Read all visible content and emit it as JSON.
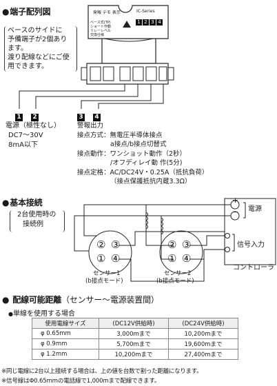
{
  "section1": {
    "title": "端子配列図",
    "note_lines": [
      "ベースのサイドに",
      "予備端子が2個あり",
      "ます。",
      "渡り配線などにご使",
      "用できます。"
    ],
    "device_top_label": "発報 デモ 表示",
    "device_code_label": "IC-Series",
    "device_side_labels": [
      "ベース式(TP)",
      "ショート作動",
      "リレーレベル",
      "交換仕様"
    ],
    "device_terminals": [
      "1",
      "2",
      "3",
      "4"
    ],
    "badge_power": [
      "1",
      "2"
    ],
    "power_title": "電源（極性なし）",
    "power_voltage": "DC7～30V",
    "power_current": "8mA以下",
    "badge_alarm": [
      "3",
      "4"
    ],
    "alarm_title": "警報出力",
    "alarm_lines": [
      "接点方式：無電圧半導体接点",
      "a接点/b接点切替式",
      "接点動作：ワンショット動作（2秒）",
      "/オフディレイ動 作(5分)",
      "接点定格：AC/DC24V・0.25A（抵抗負荷）",
      "（接点保護抵抗内蔵3.3Ω）"
    ]
  },
  "section2": {
    "title": "基本接続",
    "example_lines": [
      "2台使用時の",
      "接続例"
    ],
    "plus": "+",
    "minus": "−",
    "power_label": "電源",
    "signal_label": "信号入力",
    "controller_label": "コントローラ",
    "sensor1": {
      "t2": "②",
      "t3": "③",
      "t1": "①",
      "t4": "④",
      "name": "センサー1",
      "mode": "(b接点モード)"
    },
    "sensor2": {
      "t2": "②",
      "t3": "③",
      "t1": "①",
      "t4": "④",
      "name": "センサー2",
      "mode": "(b接点モード)"
    }
  },
  "section3": {
    "title": "配線可能距離",
    "title_sub": "（センサー〜電源装置間）",
    "subtitle": "単線を使用する場合",
    "table_headers": [
      "使用電線サイズ",
      "(DC12V供給時)",
      "(DC24V供給時)"
    ],
    "table_rows": [
      [
        "φ 0.65mm",
        "3,000mまで",
        "10,200mまで"
      ],
      [
        "φ 0.9mm",
        "5,700mまで",
        "19,600mまで"
      ],
      [
        "φ 1.2mm",
        "10,200mまで",
        "27,400mまで"
      ]
    ],
    "footnotes": [
      "※同じ電線に2台以上接続する場合は、上の値を台数で割った距離になります。",
      "※信号線はΦ0.65mmの電話線で1,000mまで配線できます。"
    ]
  }
}
